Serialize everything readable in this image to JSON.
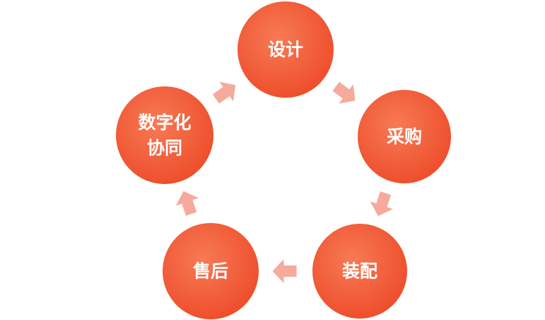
{
  "diagram": {
    "type": "cycle",
    "colors": {
      "node_fill": "#f0522d",
      "node_fill_light": "#f77a55",
      "arrow_fill": "#f5aa9b",
      "label_color": "#ffffff"
    },
    "nodes": [
      {
        "id": "design",
        "lines": [
          "设计"
        ]
      },
      {
        "id": "procurement",
        "lines": [
          "采购"
        ]
      },
      {
        "id": "assembly",
        "lines": [
          "装配"
        ]
      },
      {
        "id": "after-sales",
        "lines": [
          "售后"
        ]
      },
      {
        "id": "digital-collaboration",
        "lines": [
          "数字化",
          "协同"
        ]
      }
    ],
    "arrows": [
      {
        "from": "design",
        "to": "procurement",
        "icon": "arrow-right-icon"
      },
      {
        "from": "procurement",
        "to": "assembly",
        "icon": "arrow-right-icon"
      },
      {
        "from": "assembly",
        "to": "after-sales",
        "icon": "arrow-right-icon"
      },
      {
        "from": "after-sales",
        "to": "digital-collaboration",
        "icon": "arrow-right-icon"
      },
      {
        "from": "digital-collaboration",
        "to": "design",
        "icon": "arrow-right-icon"
      }
    ]
  }
}
